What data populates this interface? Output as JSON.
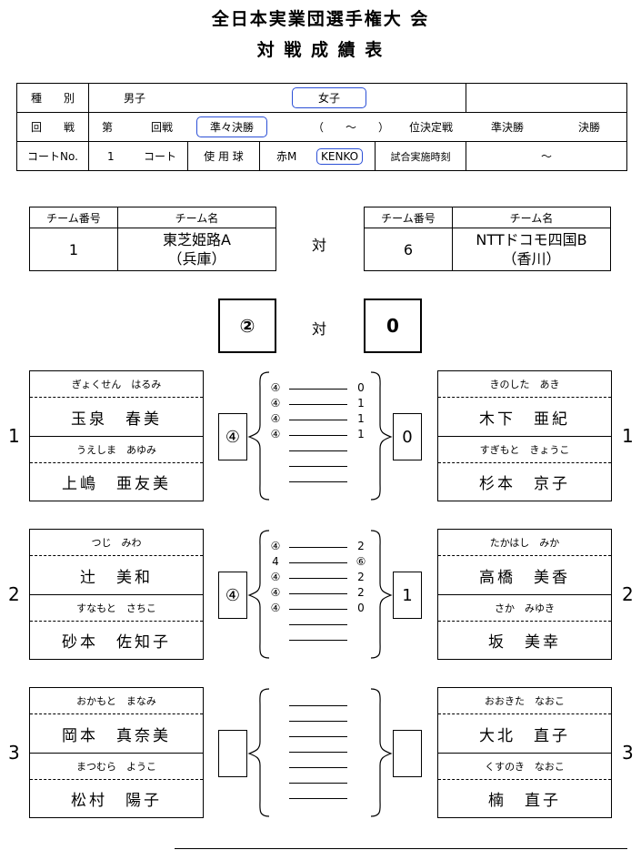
{
  "header": {
    "title": "全日本実業団選手権大 会",
    "subtitle": "対 戦 成 績 表"
  },
  "info": {
    "category_label": "種　　別",
    "male": "男子",
    "female": "女子",
    "round_label": "回　　戦",
    "dai": "第",
    "kaisen": "回戦",
    "quarterfinal": "準々決勝",
    "paren": "（　　～　　）",
    "placement": "位決定戦",
    "semifinal": "準決勝",
    "final": "決勝",
    "court_label": "コートNo.",
    "court_no": "1",
    "court": "コート",
    "ball_label": "使 用 球",
    "ball_red": "赤M",
    "ball_brand": "KENKO",
    "time_label": "試合実施時刻",
    "time_value": "～"
  },
  "teams": {
    "num_header": "チーム番号",
    "name_header": "チーム名",
    "left": {
      "num": "1",
      "name1": "東芝姫路A",
      "name2": "（兵庫）"
    },
    "right": {
      "num": "6",
      "name1": "NTTドコモ四国B",
      "name2": "（香川）"
    },
    "vs": "対"
  },
  "overall": {
    "left": "②",
    "vs": "対",
    "right": "0"
  },
  "matches": [
    {
      "no": "1",
      "left": {
        "furi1": "ぎょくせん　はるみ",
        "name1": "玉泉　春美",
        "furi2": "うえしま　あゆみ",
        "name2": "上嶋　亜友美"
      },
      "right": {
        "furi1": "きのした　あき",
        "name1": "木下　亜紀",
        "furi2": "すぎもと　きょうこ",
        "name2": "杉本　京子"
      },
      "left_games": "④",
      "right_games": "0",
      "scores": [
        [
          "④",
          "0"
        ],
        [
          "④",
          "1"
        ],
        [
          "④",
          "1"
        ],
        [
          "④",
          "1"
        ],
        [
          "",
          ""
        ],
        [
          "",
          ""
        ],
        [
          "",
          ""
        ]
      ]
    },
    {
      "no": "2",
      "left": {
        "furi1": "つじ　みわ",
        "name1": "辻　美和",
        "furi2": "すなもと　さちこ",
        "name2": "砂本　佐知子"
      },
      "right": {
        "furi1": "たかはし　みか",
        "name1": "高橋　美香",
        "furi2": "さか　みゆき",
        "name2": "坂　美幸"
      },
      "left_games": "④",
      "right_games": "1",
      "scores": [
        [
          "④",
          "2"
        ],
        [
          "4",
          "⑥"
        ],
        [
          "④",
          "2"
        ],
        [
          "④",
          "2"
        ],
        [
          "④",
          "0"
        ],
        [
          "",
          ""
        ],
        [
          "",
          ""
        ]
      ]
    },
    {
      "no": "3",
      "left": {
        "furi1": "おかもと　まなみ",
        "name1": "岡本　真奈美",
        "furi2": "まつむら　ようこ",
        "name2": "松村　陽子"
      },
      "right": {
        "furi1": "おおきた　なおこ",
        "name1": "大北　直子",
        "furi2": "くすのき　なおこ",
        "name2": "楠　直子"
      },
      "left_games": "",
      "right_games": "",
      "scores": [
        [
          "",
          ""
        ],
        [
          "",
          ""
        ],
        [
          "",
          ""
        ],
        [
          "",
          ""
        ],
        [
          "",
          ""
        ],
        [
          "",
          ""
        ],
        [
          "",
          ""
        ]
      ]
    }
  ]
}
